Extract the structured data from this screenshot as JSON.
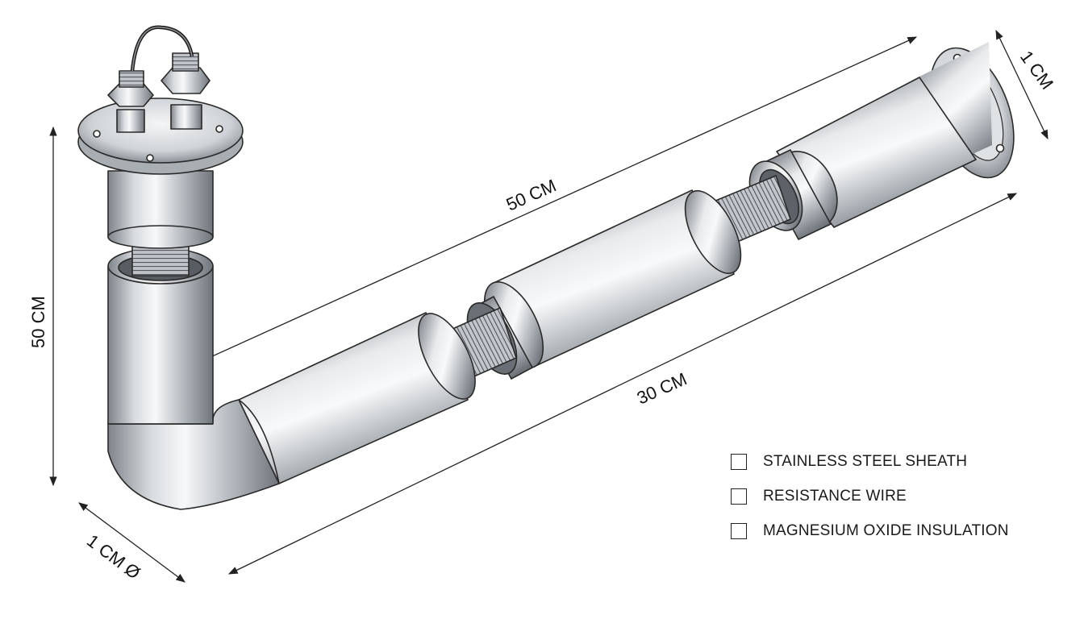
{
  "diagram": {
    "dimensions": {
      "vertical_height": "50 CM",
      "upper_length": "50 CM",
      "lower_length": "30 CM",
      "flange_thickness": "1 CM",
      "diameter": "1 CM Ø"
    },
    "legend": [
      {
        "label": "STAINLESS STEEL SHEATH",
        "checked": false
      },
      {
        "label": "RESISTANCE WIRE",
        "checked": false
      },
      {
        "label": "MAGNESIUM OXIDE INSULATION",
        "checked": false
      }
    ],
    "colors": {
      "line": "#222222",
      "metal_dark": "#8a8e94",
      "metal_light": "#f4f6f8"
    }
  }
}
